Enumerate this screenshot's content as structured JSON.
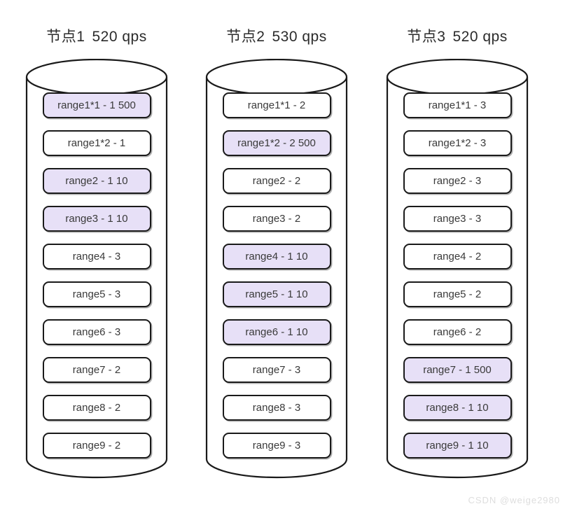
{
  "diagram": {
    "title_separator": "  ",
    "watermark": "CSDN @weige2980",
    "colors": {
      "highlight_fill": "#e7e0f7",
      "box_border": "#1a1a1a",
      "box_fill": "#ffffff",
      "text": "#3a3a3a",
      "title_text": "#2b2b2b",
      "watermark_text": "#dedede"
    },
    "nodes": [
      {
        "name": "节点1",
        "qps": "520 qps",
        "title": "节点1  520 qps",
        "ranges": [
          {
            "label": "range1*1 - 1 500",
            "highlight": true
          },
          {
            "label": "range1*2 - 1",
            "highlight": false
          },
          {
            "label": "range2 - 1 10",
            "highlight": true
          },
          {
            "label": "range3 - 1 10",
            "highlight": true
          },
          {
            "label": "range4 - 3",
            "highlight": false
          },
          {
            "label": "range5 - 3",
            "highlight": false
          },
          {
            "label": "range6 - 3",
            "highlight": false
          },
          {
            "label": "range7 - 2",
            "highlight": false
          },
          {
            "label": "range8 - 2",
            "highlight": false
          },
          {
            "label": "range9 - 2",
            "highlight": false
          }
        ]
      },
      {
        "name": "节点2",
        "qps": "530 qps",
        "title": "节点2  530 qps",
        "ranges": [
          {
            "label": "range1*1 - 2",
            "highlight": false
          },
          {
            "label": "range1*2 - 2 500",
            "highlight": true
          },
          {
            "label": "range2 - 2",
            "highlight": false
          },
          {
            "label": "range3 - 2",
            "highlight": false
          },
          {
            "label": "range4 - 1 10",
            "highlight": true
          },
          {
            "label": "range5 - 1 10",
            "highlight": true
          },
          {
            "label": "range6 - 1 10",
            "highlight": true
          },
          {
            "label": "range7 - 3",
            "highlight": false
          },
          {
            "label": "range8 - 3",
            "highlight": false
          },
          {
            "label": "range9 - 3",
            "highlight": false
          }
        ]
      },
      {
        "name": "节点3",
        "qps": "520 qps",
        "title": "节点3  520 qps",
        "ranges": [
          {
            "label": "range1*1 - 3",
            "highlight": false
          },
          {
            "label": "range1*2 - 3",
            "highlight": false
          },
          {
            "label": "range2 - 3",
            "highlight": false
          },
          {
            "label": "range3 - 3",
            "highlight": false
          },
          {
            "label": "range4 - 2",
            "highlight": false
          },
          {
            "label": "range5 - 2",
            "highlight": false
          },
          {
            "label": "range6 - 2",
            "highlight": false
          },
          {
            "label": "range7 - 1 500",
            "highlight": true
          },
          {
            "label": "range8 - 1 10",
            "highlight": true
          },
          {
            "label": "range9 - 1 10",
            "highlight": true
          }
        ]
      }
    ]
  }
}
